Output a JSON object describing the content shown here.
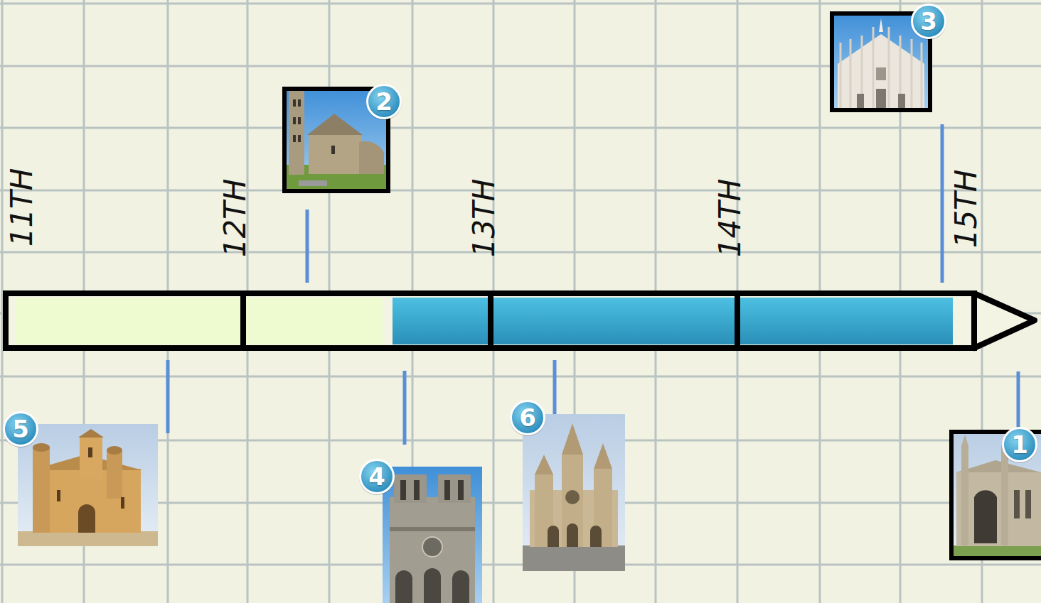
{
  "diagram": {
    "nodes": [
      {
        "text": [
          "2"
        ]
      },
      {
        "text": [
          "3"
        ]
      },
      {
        "text": [
          "5"
        ]
      },
      {
        "text": [
          "4"
        ]
      },
      {
        "text": [
          "6"
        ]
      },
      {
        "text": [
          "1"
        ]
      }
    ],
    "labels": [
      "11TH",
      "12TH",
      "13TH",
      "14TH",
      "15TH"
    ]
  }
}
